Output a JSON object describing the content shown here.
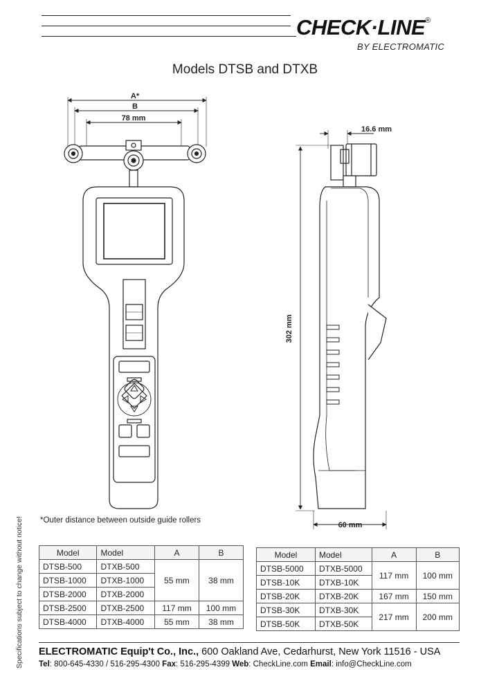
{
  "logo": {
    "main": "CHECK·LINE",
    "registered": "®",
    "sub": "BY ELECTROMATIC"
  },
  "title": "Models DTSB and DTXB",
  "dimensions": {
    "a_label": "A*",
    "b_label": "B",
    "width_78": "78 mm",
    "depth_16": "16.6 mm",
    "height_302": "302 mm",
    "width_60": "60 mm"
  },
  "footnote": "*Outer distance between outside guide rollers",
  "side_note": "Specifications subject to change without notice!",
  "table_left": {
    "headers": [
      "Model",
      "Model",
      "A",
      "B"
    ],
    "rows": [
      [
        "DTSB-500",
        "DTXB-500"
      ],
      [
        "DTSB-1000",
        "DTXB-1000"
      ],
      [
        "DTSB-2000",
        "DTXB-2000"
      ],
      [
        "DTSB-2500",
        "DTXB-2500"
      ],
      [
        "DTSB-4000",
        "DTXB-4000"
      ]
    ],
    "group1_a": "55 mm",
    "group1_b": "38 mm",
    "row4_a": "117 mm",
    "row4_b": "100 mm",
    "row5_a": "55 mm",
    "row5_b": "38 mm"
  },
  "table_right": {
    "headers": [
      "Model",
      "Model",
      "A",
      "B"
    ],
    "rows": [
      [
        "DTSB-5000",
        "DTXB-5000"
      ],
      [
        "DTSB-10K",
        "DTXB-10K"
      ],
      [
        "DTSB-20K",
        "DTXB-20K"
      ],
      [
        "DTSB-30K",
        "DTXB-30K"
      ],
      [
        "DTSB-50K",
        "DTXB-50K"
      ]
    ],
    "group1_a": "117 mm",
    "group1_b": "100 mm",
    "row3_a": "167 mm",
    "row3_b": "150 mm",
    "group2_a": "217 mm",
    "group2_b": "200 mm"
  },
  "footer": {
    "company_bold": "ELECTROMATIC Equip't Co., Inc.,",
    "company_address": " 600 Oakland Ave, Cedarhurst, New York 11516 - USA",
    "tel_label": "Tel",
    "tel": ": 800-645-4330 / 516-295-4300 ",
    "fax_label": "Fax",
    "fax": ": 516-295-4399 ",
    "web_label": "Web",
    "web": ": CheckLine.com ",
    "email_label": "Email",
    "email": ": info@CheckLine.com"
  }
}
